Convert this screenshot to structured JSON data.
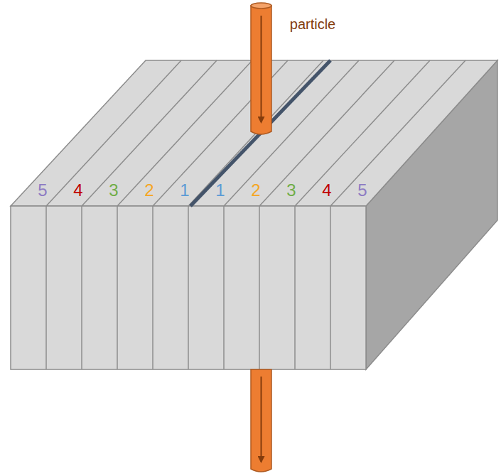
{
  "diagram": {
    "labels": [
      "particle",
      "5",
      "4",
      "3",
      "2",
      "1",
      "1",
      "2",
      "3",
      "4",
      "5"
    ]
  }
}
